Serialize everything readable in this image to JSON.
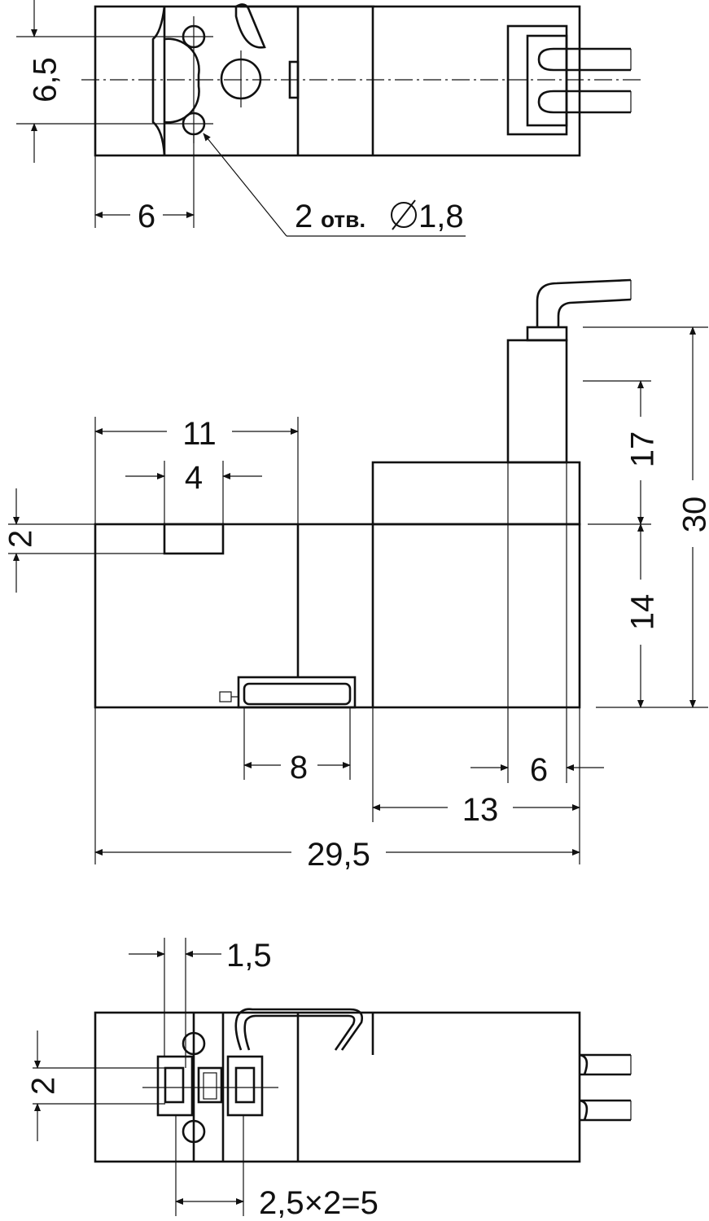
{
  "top_view": {
    "dim_height": "6,5",
    "dim_offset": "6",
    "hole_count": "2",
    "hole_label": "отв.",
    "hole_diameter": "1,8"
  },
  "side_view": {
    "dim_11": "11",
    "dim_4": "4",
    "dim_2": "2",
    "dim_8": "8",
    "dim_6": "6",
    "dim_13": "13",
    "dim_total_length": "29,5",
    "dim_17": "17",
    "dim_14": "14",
    "dim_30": "30"
  },
  "bottom_view": {
    "dim_pitch_width": "1,5",
    "dim_height": "2",
    "dim_spacing": "2,5×2=5"
  }
}
